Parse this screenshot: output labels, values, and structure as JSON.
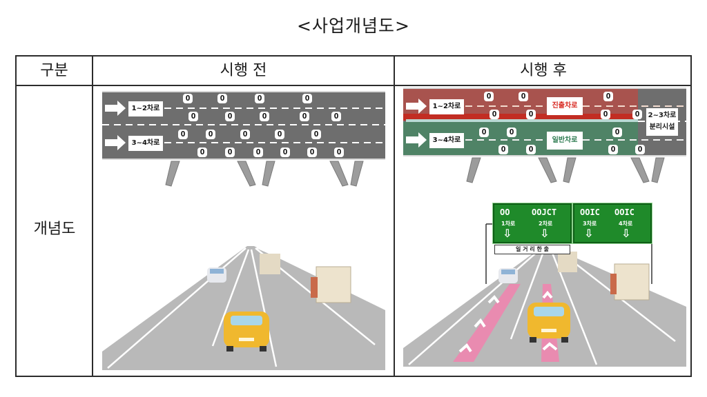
{
  "title": "<사업개념도>",
  "table": {
    "headers": [
      "구분",
      "시행 전",
      "시행 후"
    ],
    "row_label": "개념도"
  },
  "before": {
    "lane_labels": [
      "1~2차로",
      "3~4차로"
    ],
    "vehicle_marker": "O"
  },
  "after": {
    "lane_labels": [
      "1~2차로",
      "3~4차로"
    ],
    "zone_tags": {
      "exit_lane": "진출차로",
      "general_lane": "일반차로"
    },
    "separator_label": [
      "2~3차로",
      "분리시설"
    ],
    "vehicle_marker": "O",
    "signs": [
      {
        "dest": "OO",
        "lane": "1차로",
        "arrow": "down"
      },
      {
        "dest": "OOJCT",
        "lane": "2차로",
        "arrow": "down"
      },
      {
        "dest": "OOIC",
        "lane": "3차로",
        "arrow": "down"
      },
      {
        "dest": "OOIC",
        "lane": "4차로",
        "arrow": "down"
      }
    ],
    "sub_sign": "일 거 리 한 출"
  },
  "colors": {
    "road": "#6e6e6e",
    "exit_zone": "#a8534e",
    "general_zone": "#4f8366",
    "sign_green": "#1f8a2a",
    "pink_marking": "#e98bb0",
    "car_yellow": "#f0b82e"
  },
  "arrow_glyph": "⇨",
  "down_arrow_glyph": "⇩"
}
